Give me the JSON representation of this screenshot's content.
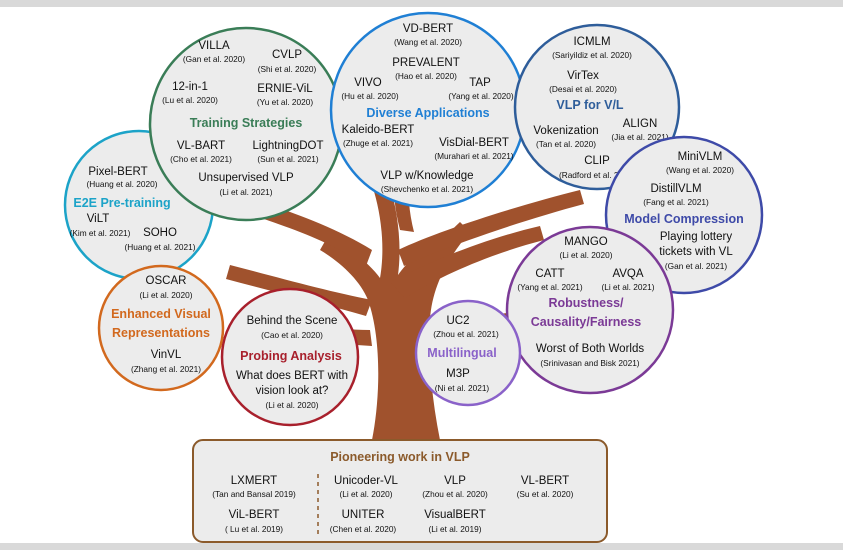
{
  "colors": {
    "trunk": "#a0522d",
    "circle_fill": "#ececec",
    "training": "#3a7d57",
    "diverse": "#1f7fd4",
    "vlp_vl": "#2e5d9a",
    "model_comp": "#3e4aa8",
    "robustness": "#7b3a96",
    "multilingual": "#8a62c9",
    "probing": "#a8202c",
    "enhanced": "#d2691e",
    "e2e": "#1ca3c8",
    "pioneer_border": "#8b5a2b"
  },
  "clusters": {
    "e2e": {
      "title": "E2E Pre-training",
      "items": [
        {
          "name": "Pixel-BERT",
          "cite": "(Huang et al. 2020)"
        },
        {
          "name": "ViLT",
          "cite": "(Kim et al. 2021)"
        },
        {
          "name": "SOHO",
          "cite": "(Huang et al. 2021)"
        }
      ]
    },
    "training": {
      "title": "Training Strategies",
      "items": [
        {
          "name": "VILLA",
          "cite": "(Gan et al. 2020)"
        },
        {
          "name": "CVLP",
          "cite": "(Shi et al. 2020)"
        },
        {
          "name": "12-in-1",
          "cite": "(Lu et al. 2020)"
        },
        {
          "name": "ERNIE-ViL",
          "cite": "(Yu et al. 2020)"
        },
        {
          "name": "VL-BART",
          "cite": "(Cho et al. 2021)"
        },
        {
          "name": "LightningDOT",
          "cite": "(Sun et al. 2021)"
        },
        {
          "name": "Unsupervised VLP",
          "cite": "(Li et al. 2021)"
        }
      ]
    },
    "diverse": {
      "title": "Diverse Applications",
      "items": [
        {
          "name": "VD-BERT",
          "cite": "(Wang et al. 2020)"
        },
        {
          "name": "PREVALENT",
          "cite": "(Hao et al. 2020)"
        },
        {
          "name": "VIVO",
          "cite": "(Hu et al. 2020)"
        },
        {
          "name": "TAP",
          "cite": "(Yang  et al. 2020)"
        },
        {
          "name": "Kaleido-BERT",
          "cite": "(Zhuge et al. 2021)"
        },
        {
          "name": "VisDial-BERT",
          "cite": "(Murahari et al. 2021)"
        },
        {
          "name": "VLP w/Knowledge",
          "cite": "(Shevchenko et al. 2021)"
        }
      ]
    },
    "vlp_vl": {
      "title": "VLP for V/L",
      "items": [
        {
          "name": "ICMLM",
          "cite": "(Sariyildiz et al. 2020)"
        },
        {
          "name": "VirTex",
          "cite": "(Desai et al. 2020)"
        },
        {
          "name": "Vokenization",
          "cite": "(Tan et al. 2020)"
        },
        {
          "name": "ALIGN",
          "cite": "(Jia et al. 2021)"
        },
        {
          "name": "CLIP",
          "cite": "(Radford  et al. 2021)"
        }
      ]
    },
    "model_comp": {
      "title": "Model Compression",
      "items": [
        {
          "name": "MiniVLM",
          "cite": "(Wang et al. 2020)"
        },
        {
          "name": "DistillVLM",
          "cite": "(Fang et al. 2021)"
        },
        {
          "name": "Playing lottery",
          "cite": ""
        },
        {
          "name": "tickets with VL",
          "cite": "(Gan et al. 2021)"
        }
      ]
    },
    "robust": {
      "title_line1": "Robustness/",
      "title_line2": "Causality/Fairness",
      "items": [
        {
          "name": "MANGO",
          "cite": "(Li et al. 2020)"
        },
        {
          "name": "CATT",
          "cite": "(Yang et al. 2021)"
        },
        {
          "name": "AVQA",
          "cite": "(Li et al. 2021)"
        },
        {
          "name": "Worst of Both Worlds",
          "cite": "(Srinivasan and Bisk 2021)"
        }
      ]
    },
    "multilingual": {
      "title": "Multilingual",
      "items": [
        {
          "name": "UC2",
          "cite": "(Zhou et al. 2021)"
        },
        {
          "name": "M3P",
          "cite": "(Ni et al. 2021)"
        }
      ]
    },
    "probing": {
      "title": "Probing Analysis",
      "items": [
        {
          "name": "Behind the Scene",
          "cite": "(Cao et al. 2020)"
        },
        {
          "name": "What does BERT with",
          "cite": ""
        },
        {
          "name": "vision look at?",
          "cite": "(Li et al. 2020)"
        }
      ]
    },
    "enhanced": {
      "title_line1": "Enhanced Visual",
      "title_line2": "Representations",
      "items": [
        {
          "name": "OSCAR",
          "cite": "(Li et al. 2020)"
        },
        {
          "name": "VinVL",
          "cite": "(Zhang et al. 2021)"
        }
      ]
    }
  },
  "pioneer": {
    "title": "Pioneering work in VLP",
    "items": [
      {
        "name": "LXMERT",
        "cite": "(Tan and Bansal 2019)"
      },
      {
        "name": "Unicoder-VL",
        "cite": "(Li et al. 2020)"
      },
      {
        "name": "VLP",
        "cite": "(Zhou et al. 2020)"
      },
      {
        "name": "VL-BERT",
        "cite": "(Su et al. 2020)"
      },
      {
        "name": "ViL-BERT",
        "cite": "( Lu et al. 2019)"
      },
      {
        "name": "UNITER",
        "cite": "(Chen et al. 2020)"
      },
      {
        "name": "VisualBERT",
        "cite": "(Li et al. 2019)"
      }
    ]
  }
}
